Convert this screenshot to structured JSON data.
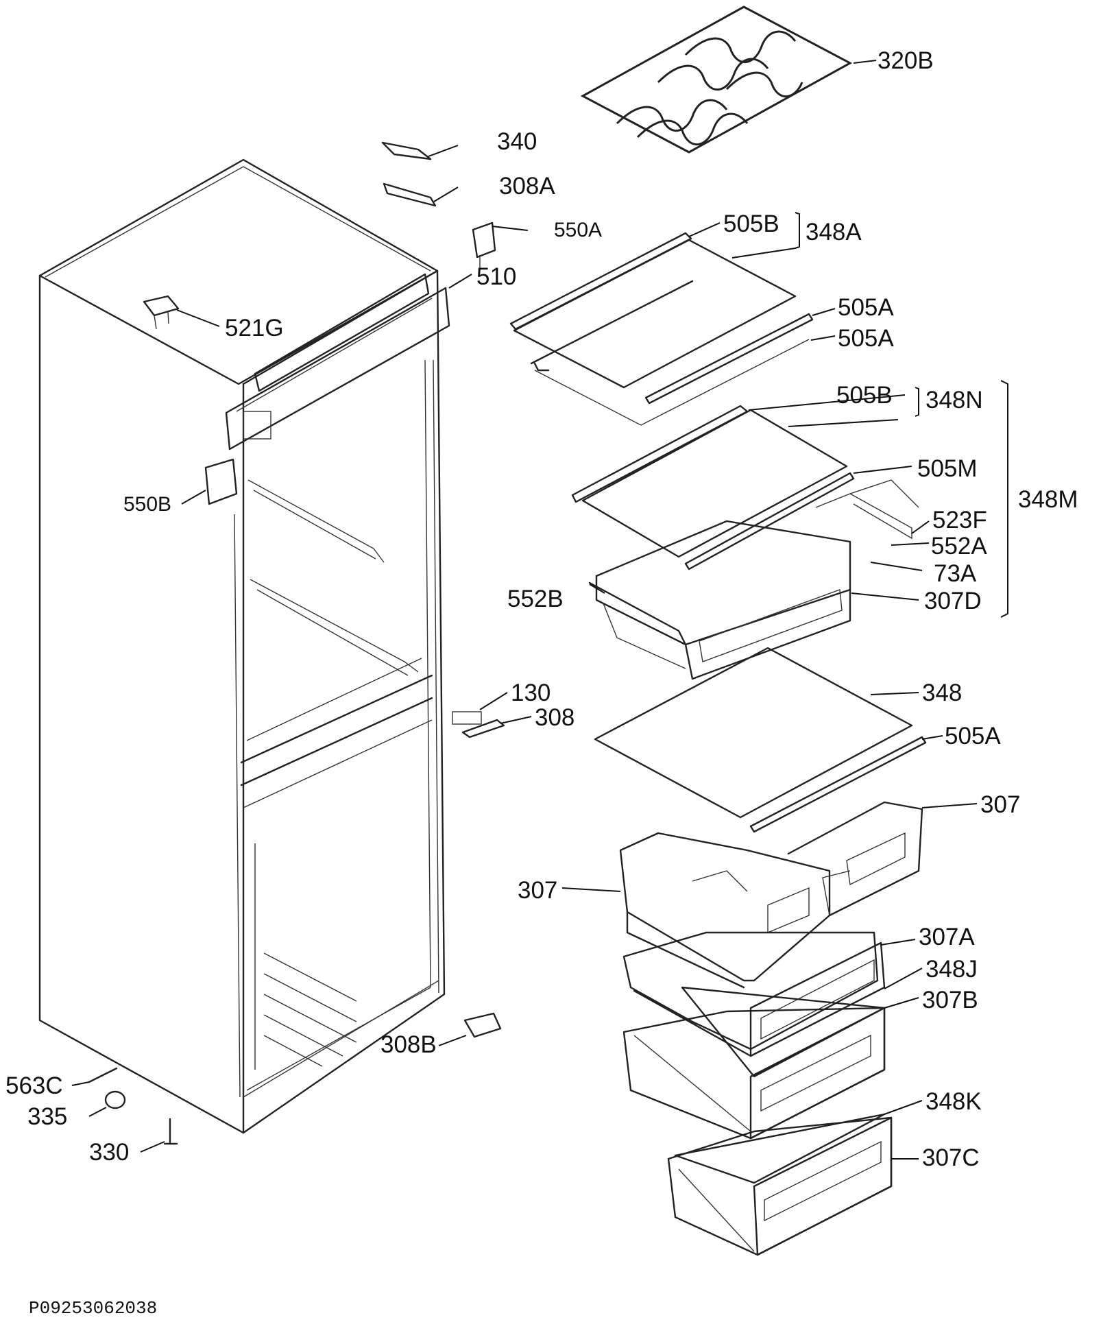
{
  "diagram": {
    "drawing_code": "P09253062038",
    "parts": {
      "p320B": "320B",
      "p340": "340",
      "p308A": "308A",
      "p550A": "550A",
      "p510": "510",
      "p521G": "521G",
      "p550B": "550B",
      "p505B_top": "505B",
      "p348A": "348A",
      "p505A_1": "505A",
      "p505A_2": "505A",
      "p505B_mid": "505B",
      "p348N": "348N",
      "p505M": "505M",
      "p523F": "523F",
      "p552A": "552A",
      "p73A": "73A",
      "p552B": "552B",
      "p307D": "307D",
      "p348M": "348M",
      "p348": "348",
      "p505A_3": "505A",
      "p307_right": "307",
      "p307_left": "307",
      "p307A": "307A",
      "p348J": "348J",
      "p307B": "307B",
      "p348K": "348K",
      "p307C": "307C",
      "p130": "130",
      "p308": "308",
      "p308B": "308B",
      "p563C": "563C",
      "p335": "335",
      "p330": "330"
    }
  }
}
